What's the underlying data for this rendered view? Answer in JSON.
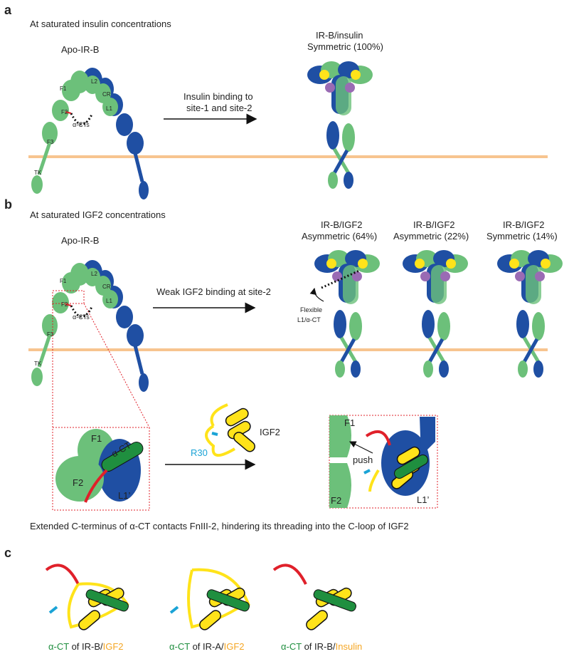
{
  "colors": {
    "dark_blue": "#1f4fa3",
    "green": "#6cc07a",
    "dark_green": "#1f8f3f",
    "yellow": "#ffe31a",
    "purple": "#9a6bb4",
    "membrane": "#f7c48f",
    "red": "#e0202a",
    "cyan": "#1aa3d6",
    "orange": "#f5a623"
  },
  "panel_a": {
    "letter": "a",
    "heading": "At saturated insulin concentrations",
    "apo_title": "Apo-IR-B",
    "domains": {
      "f1": "F1",
      "l2": "L2",
      "cr": "CR",
      "f2": "F2",
      "l1": "L1",
      "f3": "F3",
      "tk": "TK",
      "act": "α-CTs"
    },
    "arrow_label_1": "Insulin binding to",
    "arrow_label_2": "site-1 and site-2",
    "complex_title_1": "IR-B/insulin",
    "complex_title_2": "Symmetric (100%)"
  },
  "panel_b": {
    "letter": "b",
    "heading": "At saturated IGF2 concentrations",
    "apo_title": "Apo-IR-B",
    "domains": {
      "f1": "F1",
      "l2": "L2",
      "cr": "CR",
      "f2": "F2",
      "l1": "L1",
      "f3": "F3",
      "tk": "TK",
      "act": "α-CTs"
    },
    "arrow_label": "Weak IGF2 binding at site-2",
    "flexible_1": "Flexible",
    "flexible_2": "L1/α-CT",
    "complexes": [
      {
        "title": "IR-B/IGF2",
        "subtitle": "Asymmetric (64%)"
      },
      {
        "title": "IR-B/IGF2",
        "subtitle": "Asymmetric (22%)"
      },
      {
        "title": "IR-B/IGF2",
        "subtitle": "Symmetric (14%)"
      }
    ],
    "inset_left": {
      "f1": "F1",
      "f2": "F2",
      "act": "α-CT",
      "l1": "L1’"
    },
    "igf2_label": "IGF2",
    "r30_label": "R30",
    "inset_right": {
      "f1": "F1",
      "f2": "F2",
      "push": "push",
      "l1": "L1’"
    },
    "caption_prefix": "Extended C-terminus of ",
    "caption_act": "α-CT",
    "caption_suffix": " contacts FnIII-2, hindering its threading into the C-loop of IGF2"
  },
  "panel_c": {
    "letter": "c",
    "items": [
      {
        "act": "α-CT",
        "of": " of IR-B/",
        "ligand": "IGF2"
      },
      {
        "act": "α-CT",
        "of": " of IR-A/",
        "ligand": "IGF2"
      },
      {
        "act": "α-CT",
        "of": " of IR-B/",
        "ligand": "Insulin"
      }
    ]
  }
}
